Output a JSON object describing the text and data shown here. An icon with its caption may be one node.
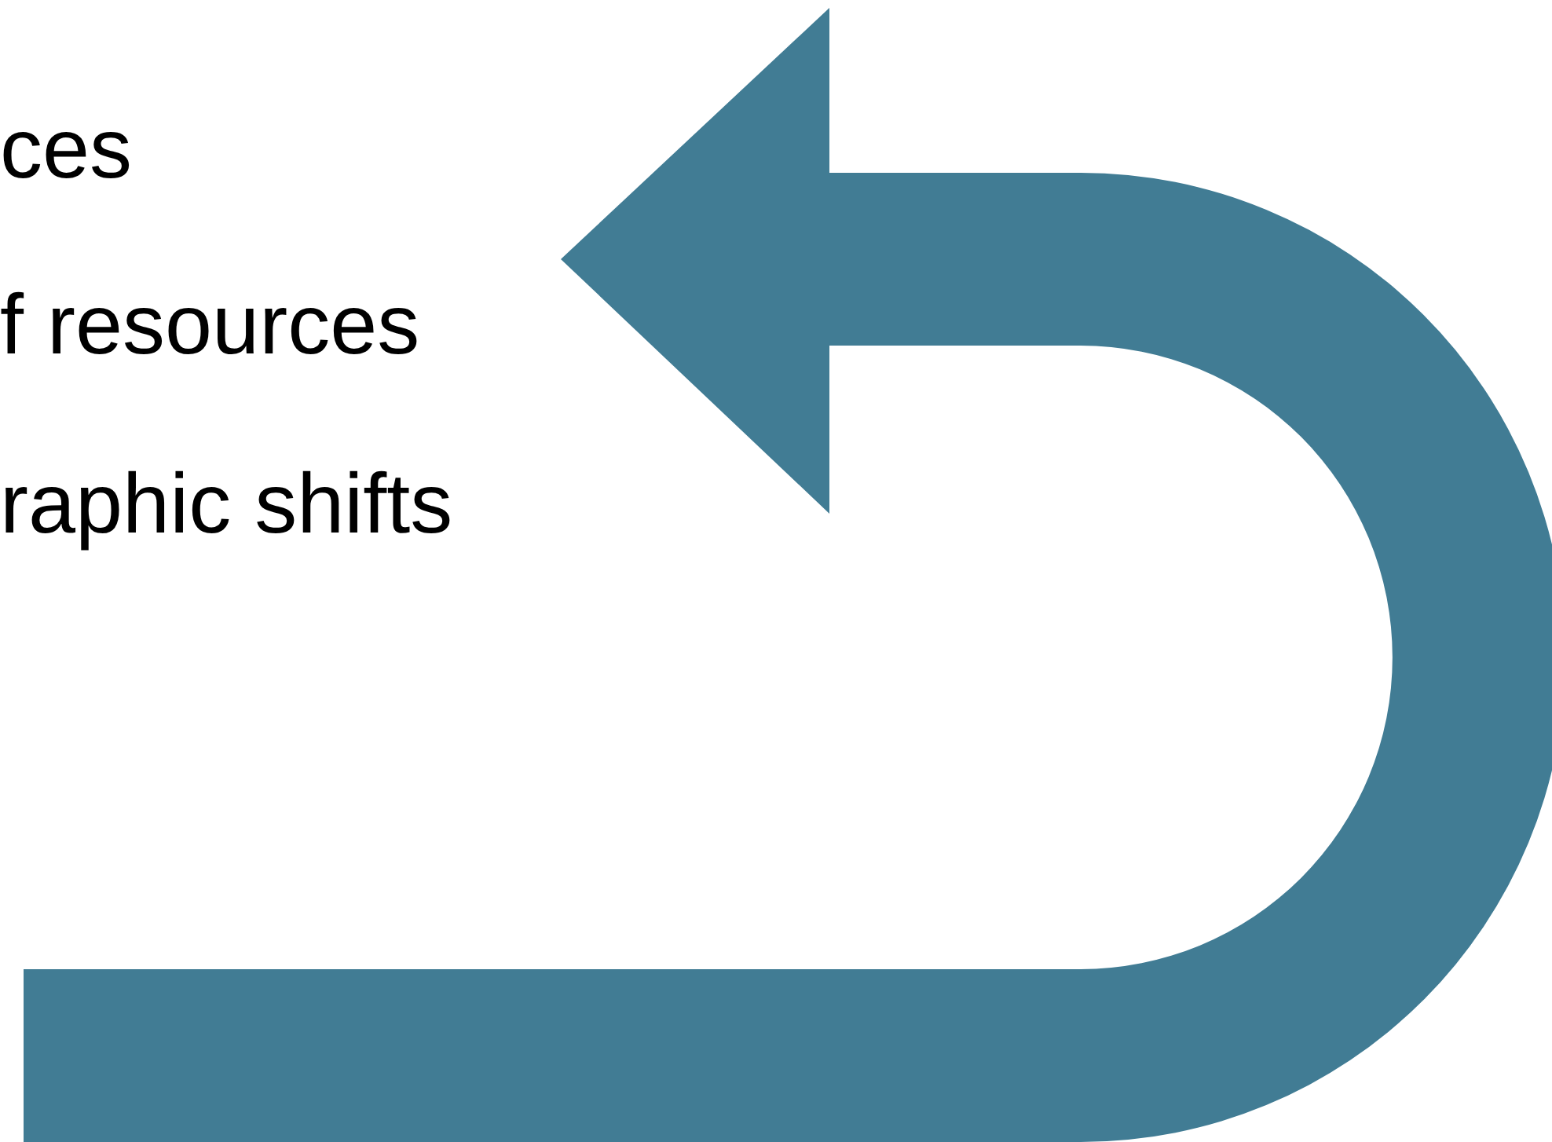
{
  "diagram": {
    "labels": [
      "ces",
      "f resources",
      "raphic shifts"
    ]
  }
}
